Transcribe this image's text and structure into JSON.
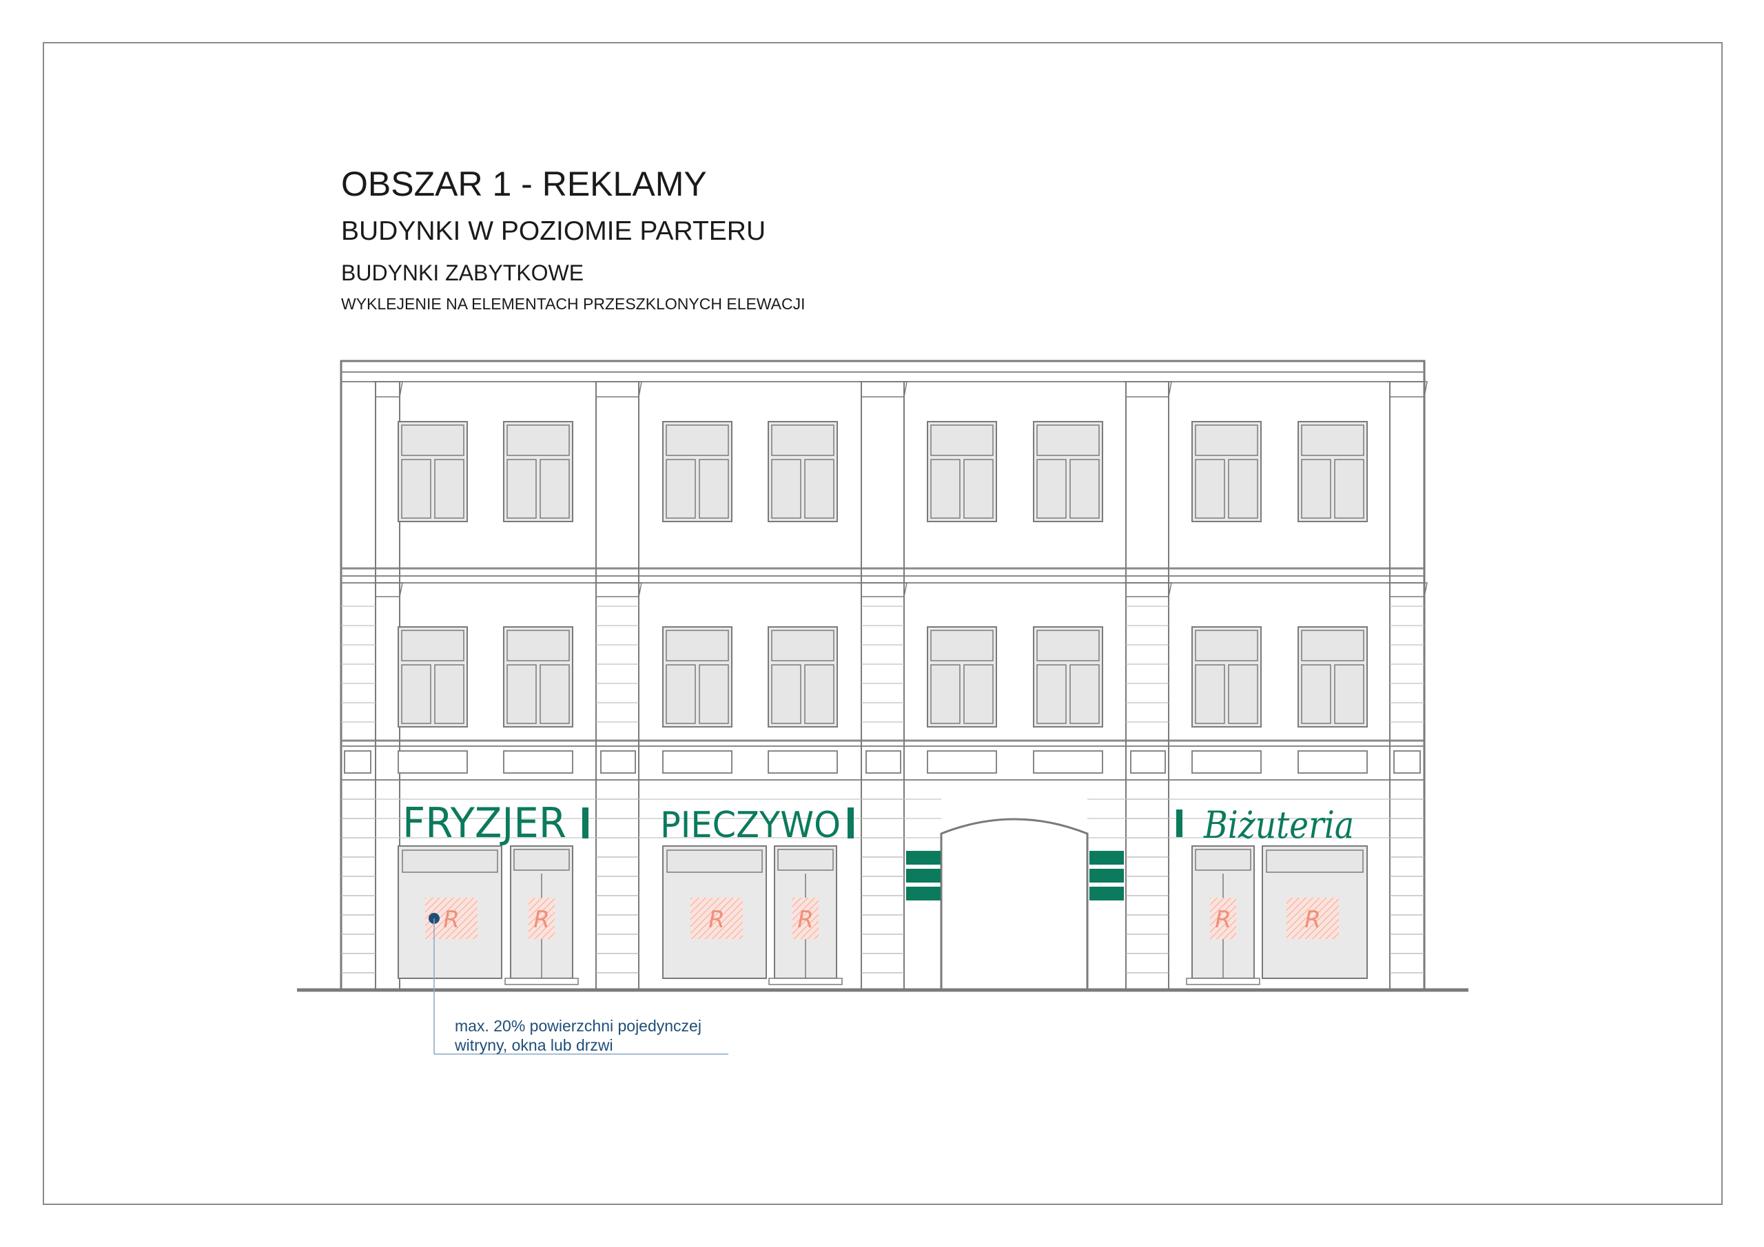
{
  "header": {
    "title": "OBSZAR 1 - REKLAMY",
    "subtitle": "BUDYNKI W POZIOMIE PARTERU",
    "category": "BUDYNKI ZABYTKOWE",
    "description": "WYKLEJENIE NA ELEMENTACH PRZESZKLONYCH ELEWACJI"
  },
  "signs": {
    "shop1": "FRYZJER",
    "shop2": "PIECZYWO",
    "shop3": "Biżuteria"
  },
  "window_marker": "R",
  "annotation": {
    "line1": "max. 20% powierzchni pojedynczej",
    "line2": "witryny, okna lub drzwi"
  },
  "colors": {
    "sign_green": "#0b7a5d",
    "marker_red": "#f0907c",
    "annotation_blue": "#1f4e79",
    "glass_grey": "#e6e6e6",
    "line_grey": "#7a7a7a"
  }
}
